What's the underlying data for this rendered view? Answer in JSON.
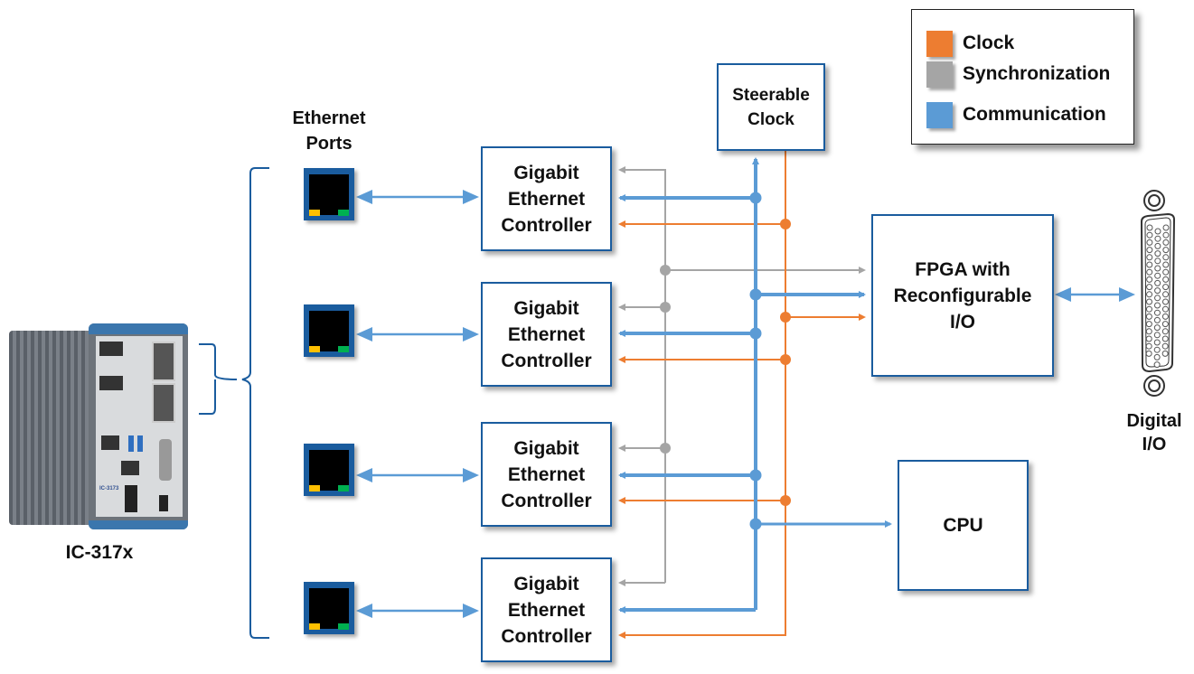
{
  "legend": {
    "items": [
      {
        "label": "Clock",
        "color": "#ed7d31"
      },
      {
        "label": "Synchronization",
        "color": "#a5a5a5"
      },
      {
        "label": "Communication",
        "color": "#5b9bd5"
      }
    ]
  },
  "device": {
    "label": "IC-317x",
    "front_panel_model": "IC-3173"
  },
  "ethernet_ports": {
    "title": "Ethernet\nPorts",
    "count": 4
  },
  "controllers": [
    {
      "label": "Gigabit\nEthernet\nController"
    },
    {
      "label": "Gigabit\nEthernet\nController"
    },
    {
      "label": "Gigabit\nEthernet\nController"
    },
    {
      "label": "Gigabit\nEthernet\nController"
    }
  ],
  "steerable_clock": {
    "label": "Steerable\nClock"
  },
  "fpga": {
    "label": "FPGA with\nReconfigurable\nI/O"
  },
  "cpu": {
    "label": "CPU"
  },
  "digital_io": {
    "label": "Digital\nI/O"
  },
  "colors": {
    "clock": "#ed7d31",
    "sync": "#a5a5a5",
    "comm": "#5b9bd5",
    "box_border": "#1a5c9e"
  }
}
